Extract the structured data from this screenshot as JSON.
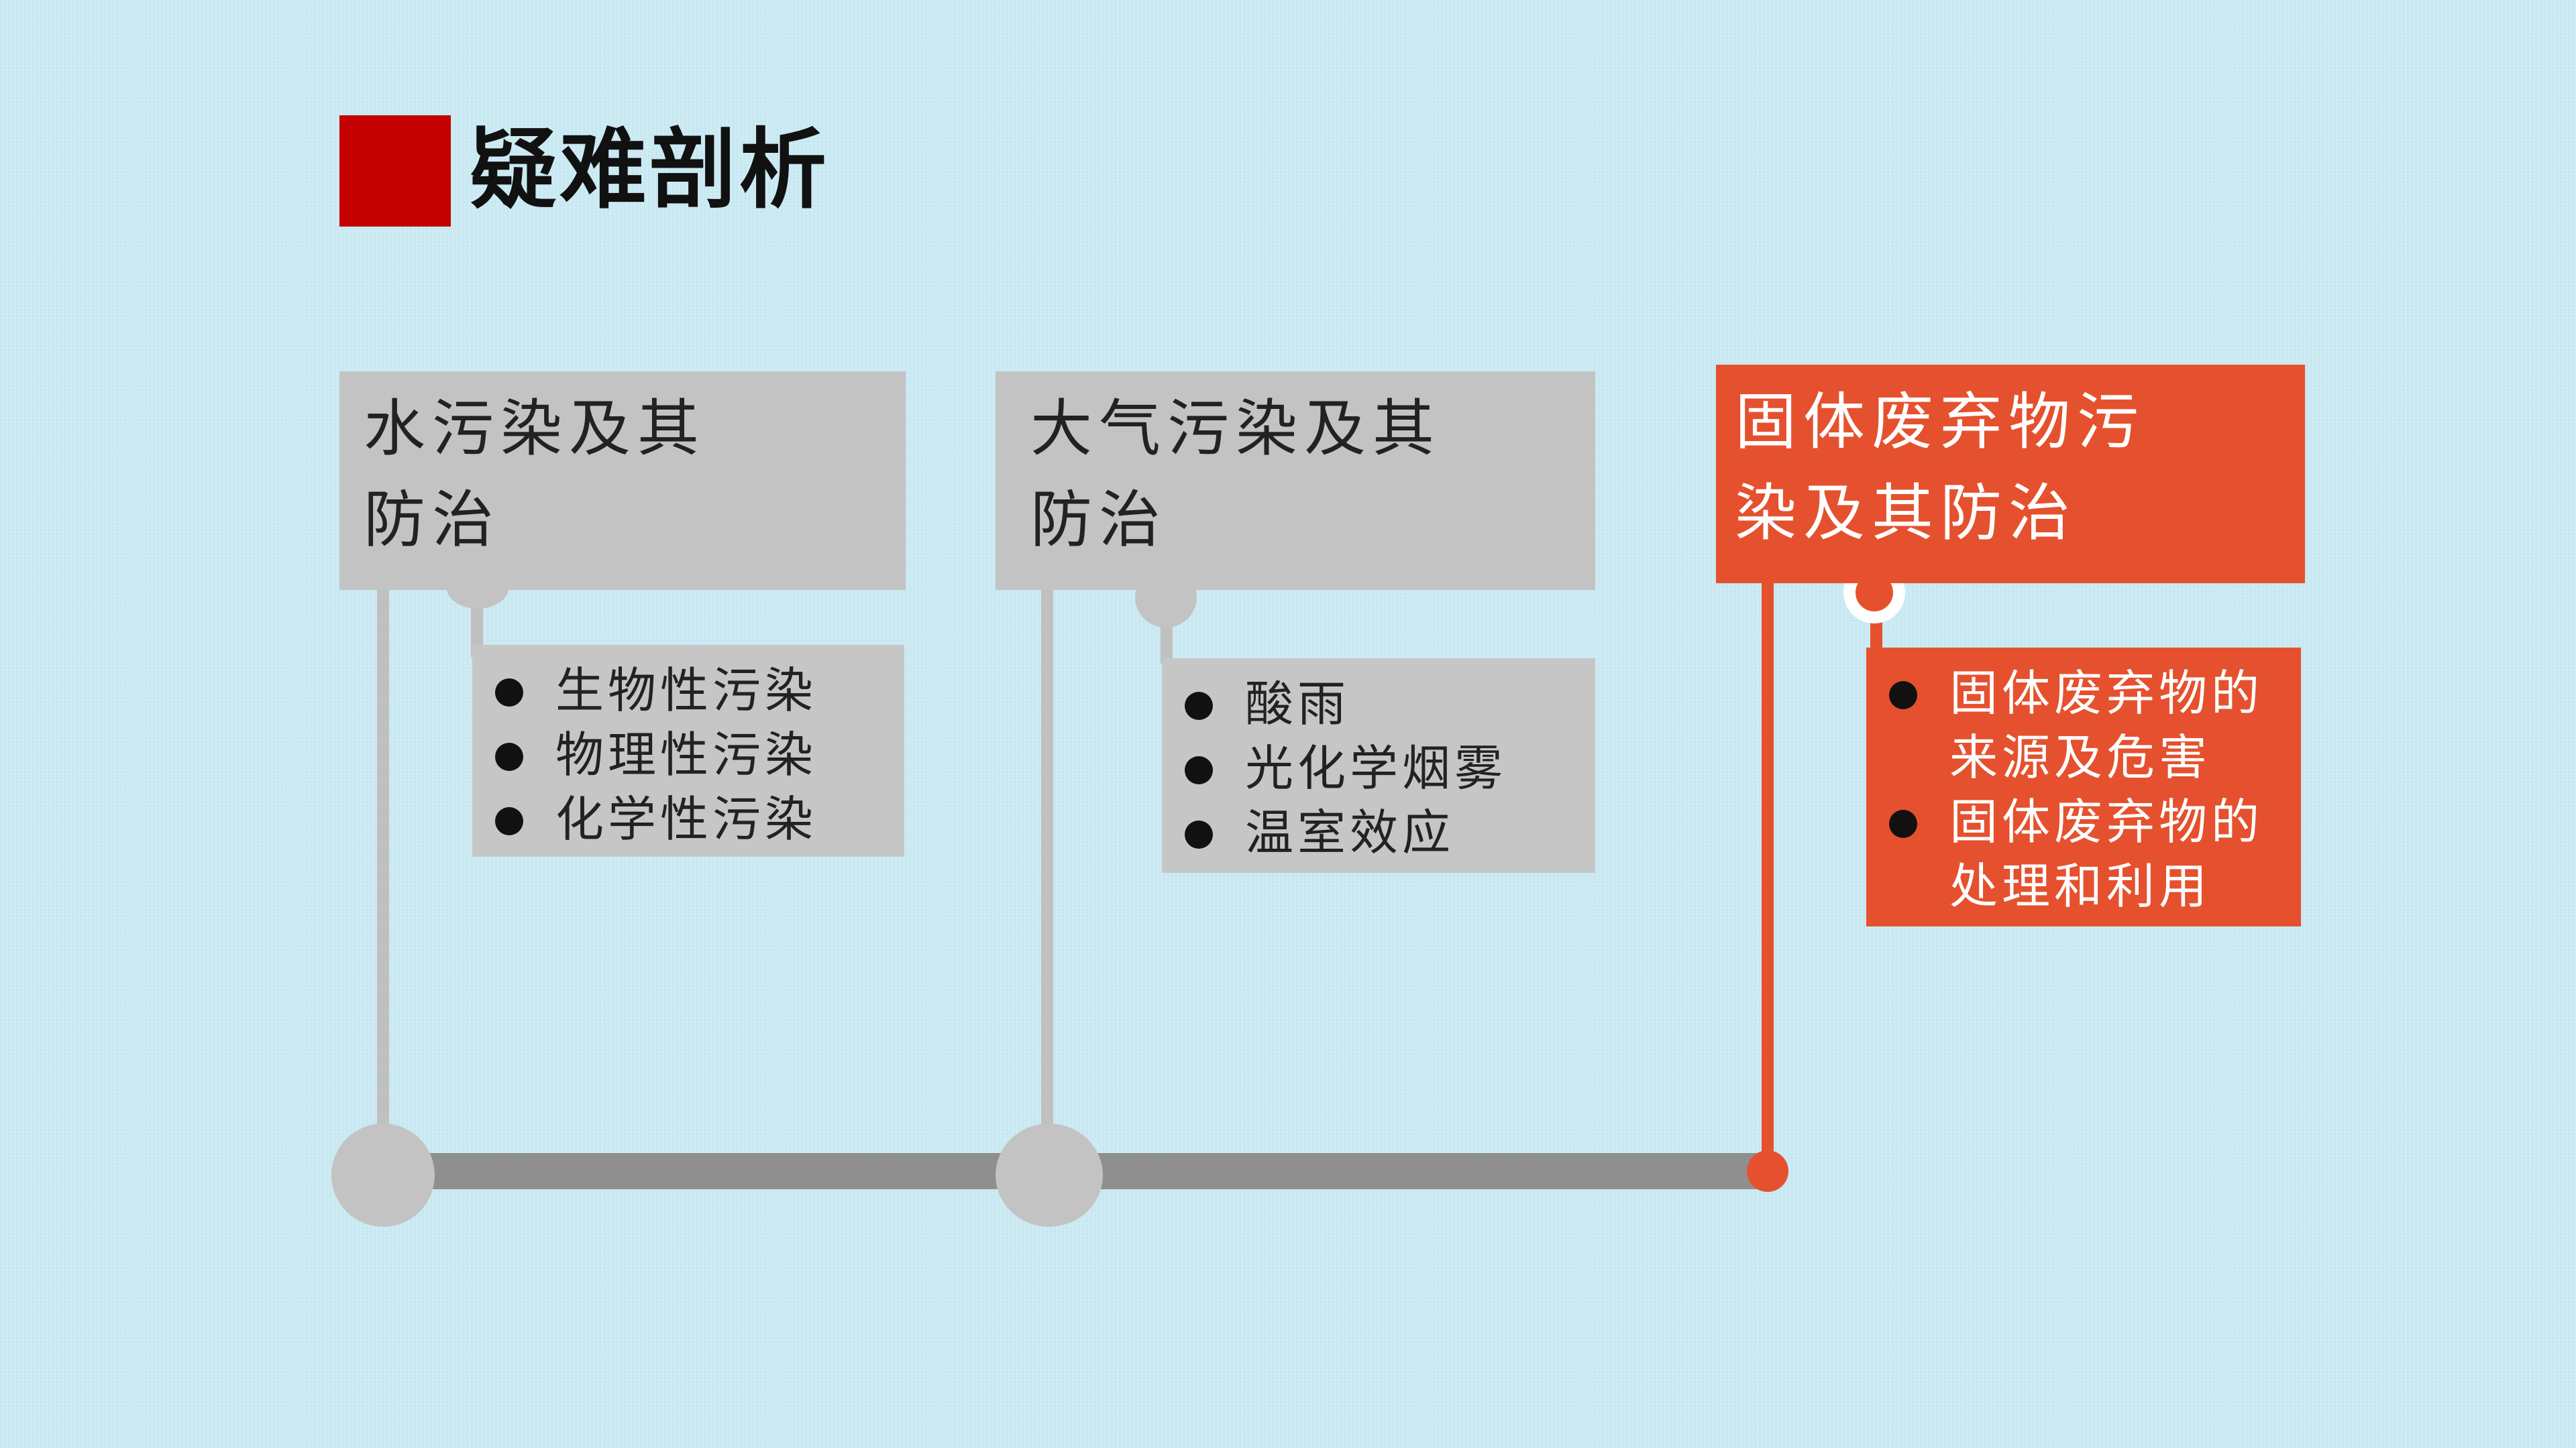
{
  "title": "疑难剖析",
  "sections": [
    {
      "heading_line1": "水污染及其",
      "heading_line2": "防治",
      "items": [
        "生物性污染",
        "物理性污染",
        "化学性污染"
      ]
    },
    {
      "heading_line1": "大气污染及其",
      "heading_line2": "防治",
      "items": [
        "酸雨",
        "光化学烟雾",
        "温室效应"
      ]
    },
    {
      "heading_line1": "固体废弃物污",
      "heading_line2": "染及其防治",
      "items": [
        "固体废弃物的来源及危害",
        "固体废弃物的处理和利用"
      ]
    }
  ],
  "colors": {
    "accent_red": "#c40000",
    "highlight_orange": "#e5512e",
    "card_gray": "#c3c3c3",
    "timeline_gray": "#8f8f8f",
    "background": "#cbeaf3"
  }
}
